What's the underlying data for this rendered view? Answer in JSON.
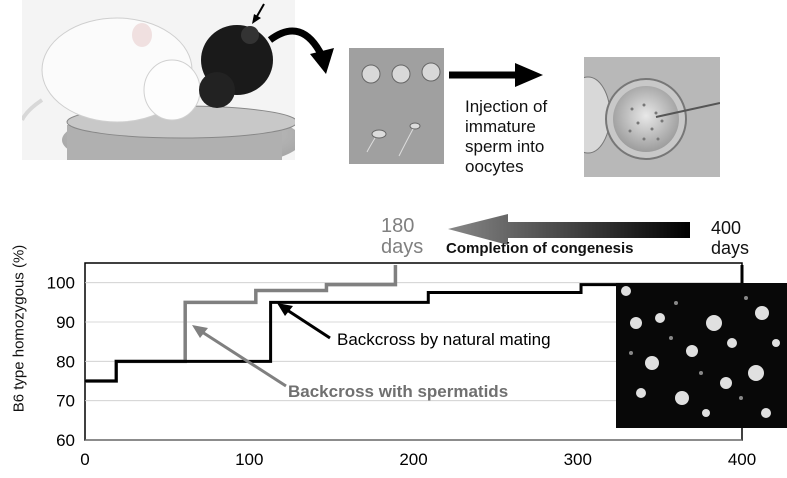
{
  "top": {
    "injection_text_lines": [
      "Injection of",
      "immature",
      "sperm into",
      "oocytes"
    ]
  },
  "legend": {
    "left_label_num": "180",
    "left_label_unit": "days",
    "right_label_num": "400",
    "right_label_unit": "days",
    "completion_text": "Completion of congenesis",
    "arrow_gradient_from": "#888888",
    "arrow_gradient_to": "#000000"
  },
  "annotations": {
    "natural": "Backcross by natural mating",
    "spermatids": "Backcross with spermatids"
  },
  "chart_data": {
    "type": "line",
    "ylabel": "B6 type homozygous (%)",
    "xlabel": "",
    "xlim": [
      0,
      400
    ],
    "ylim": [
      60,
      105
    ],
    "x_ticks": [
      "0",
      "100",
      "200",
      "300",
      "400"
    ],
    "y_ticks": [
      "60",
      "70",
      "80",
      "90",
      "100"
    ],
    "step": true,
    "series": [
      {
        "name": "Backcross with spermatids",
        "color": "#808080",
        "x": [
          0,
          19,
          61,
          104,
          147,
          189,
          189
        ],
        "y": [
          75,
          80,
          95,
          98,
          99.5,
          104.5,
          104.5
        ]
      },
      {
        "name": "Backcross by natural mating",
        "color": "#000000",
        "x": [
          0,
          19,
          113,
          209,
          302,
          400,
          400
        ],
        "y": [
          75,
          80,
          95,
          97.5,
          99.5,
          100,
          104.5
        ]
      }
    ]
  }
}
